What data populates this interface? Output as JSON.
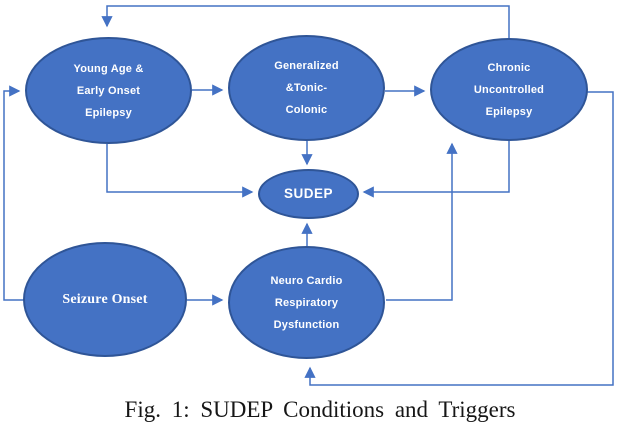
{
  "figure": {
    "caption": "Fig. 1: SUDEP Conditions and Triggers"
  },
  "colors": {
    "node_fill": "#4472C4",
    "node_border": "#2F5597",
    "connector": "#4472C4",
    "node_text": "#FFFFFF",
    "caption_text": "#161616",
    "background": "#FFFFFF"
  },
  "nodes": {
    "young_age": {
      "lines": [
        "Young Age &",
        "Early Onset",
        "Epilepsy"
      ]
    },
    "generalized": {
      "lines": [
        "Generalized",
        "&Tonic-",
        "Colonic"
      ]
    },
    "chronic": {
      "lines": [
        "Chronic",
        "Uncontrolled",
        "Epilepsy"
      ]
    },
    "sudep": {
      "lines": [
        "SUDEP"
      ]
    },
    "seizure": {
      "lines": [
        "Seizure Onset"
      ]
    },
    "neuro": {
      "lines": [
        "Neuro Cardio",
        "Respiratory",
        "Dysfunction"
      ]
    }
  },
  "edges": [
    {
      "from": "Seizure Onset",
      "to": "Young Age & Early Onset Epilepsy"
    },
    {
      "from": "Chronic Uncontrolled Epilepsy",
      "to": "Young Age & Early Onset Epilepsy"
    },
    {
      "from": "Young Age & Early Onset Epilepsy",
      "to": "Generalized &Tonic-Colonic"
    },
    {
      "from": "Generalized &Tonic-Colonic",
      "to": "Chronic Uncontrolled Epilepsy"
    },
    {
      "from": "Generalized &Tonic-Colonic",
      "to": "SUDEP"
    },
    {
      "from": "Young Age & Early Onset Epilepsy",
      "to": "SUDEP"
    },
    {
      "from": "Chronic Uncontrolled Epilepsy",
      "to": "SUDEP"
    },
    {
      "from": "Neuro Cardio Respiratory Dysfunction",
      "to": "SUDEP"
    },
    {
      "from": "Seizure Onset",
      "to": "Neuro Cardio Respiratory Dysfunction"
    },
    {
      "from": "Neuro Cardio Respiratory Dysfunction",
      "to": "Chronic Uncontrolled Epilepsy"
    },
    {
      "from": "Chronic Uncontrolled Epilepsy",
      "to": "Neuro Cardio Respiratory Dysfunction"
    }
  ]
}
